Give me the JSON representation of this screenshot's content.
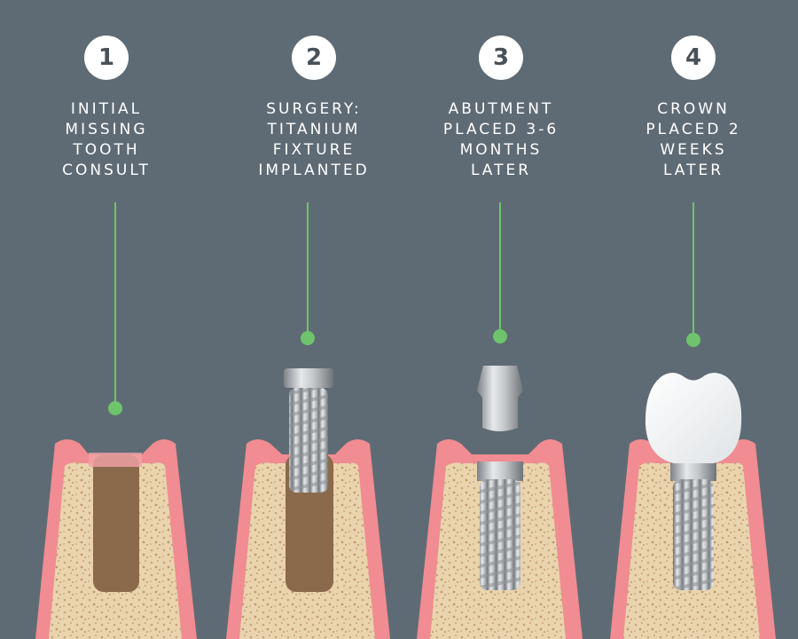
{
  "colors": {
    "background": "#5f6b74",
    "gum": "#f08c92",
    "bone": "#e9d4ae",
    "socket": "#8a6a4a",
    "connector": "#6ec46c",
    "titanium": "#b9bdc0",
    "crown": "#ffffff"
  },
  "steps": [
    {
      "number": "1",
      "lines": [
        "INITIAL",
        "MISSING",
        "TOOTH",
        "CONSULT"
      ]
    },
    {
      "number": "2",
      "lines": [
        "SURGERY:",
        "TITANIUM",
        "FIXTURE",
        "IMPLANTED"
      ]
    },
    {
      "number": "3",
      "lines": [
        "ABUTMENT",
        "PLACED 3-6",
        "MONTHS",
        "LATER"
      ]
    },
    {
      "number": "4",
      "lines": [
        "CROWN",
        "PLACED 2",
        "WEEKS",
        "LATER"
      ]
    }
  ]
}
